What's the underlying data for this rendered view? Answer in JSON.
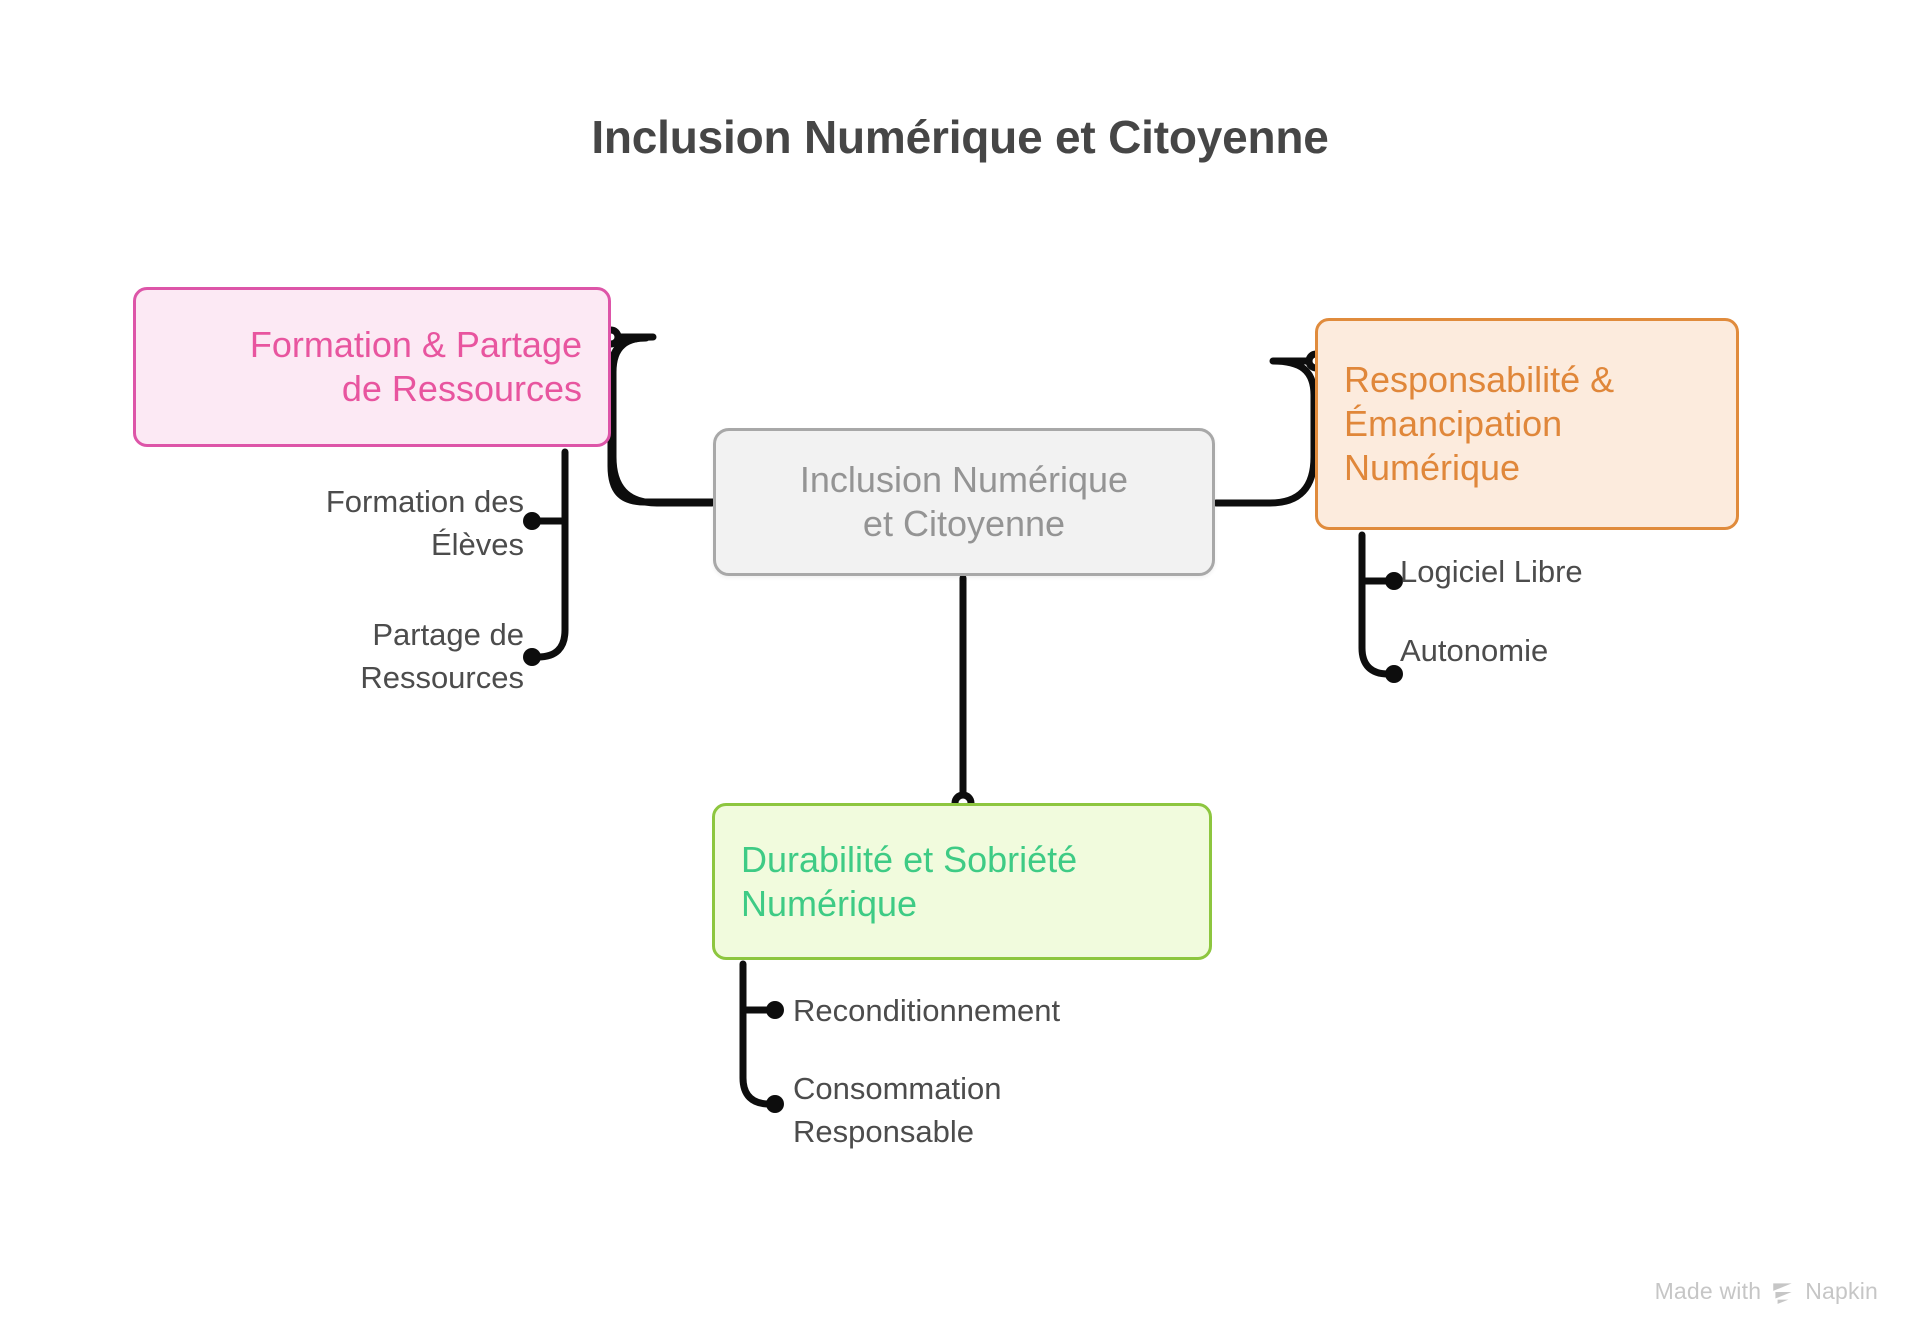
{
  "page": {
    "title": "Inclusion Numérique et Citoyenne",
    "background": "#ffffff"
  },
  "root": {
    "label": "Inclusion Numérique\net Citoyenne",
    "fill": "#f2f2f2",
    "border": "#a8a8a8",
    "text_color": "#949494"
  },
  "branches": [
    {
      "id": "pink",
      "label": "Formation & Partage\nde Ressources",
      "fill": "#fce9f4",
      "border": "#dd55a8",
      "text_color": "#e8559f",
      "align": "right",
      "children": [
        {
          "label": "Formation des\nÉlèves"
        },
        {
          "label": "Partage de\nRessources"
        }
      ]
    },
    {
      "id": "orange",
      "label": "Responsabilité &\nÉmancipation\nNumérique",
      "fill": "#fcebdd",
      "border": "#e08b3c",
      "text_color": "#e0873a",
      "align": "left",
      "children": [
        {
          "label": "Logiciel Libre"
        },
        {
          "label": "Autonomie"
        }
      ]
    },
    {
      "id": "green",
      "label": "Durabilité et Sobriété\nNumérique",
      "fill": "#f1fbdd",
      "border": "#8dc63f",
      "text_color": "#3ecb85",
      "align": "left",
      "children": [
        {
          "label": "Reconditionnement"
        },
        {
          "label": "Consommation\nResponsable"
        }
      ]
    }
  ],
  "connector": {
    "color": "#0d0d0d",
    "leaf_text_color": "#4c4c4c"
  },
  "watermark": {
    "prefix": "Made with",
    "brand": "Napkin",
    "logo_icon": "napkin-logo-icon",
    "color": "#c6c6c6"
  }
}
